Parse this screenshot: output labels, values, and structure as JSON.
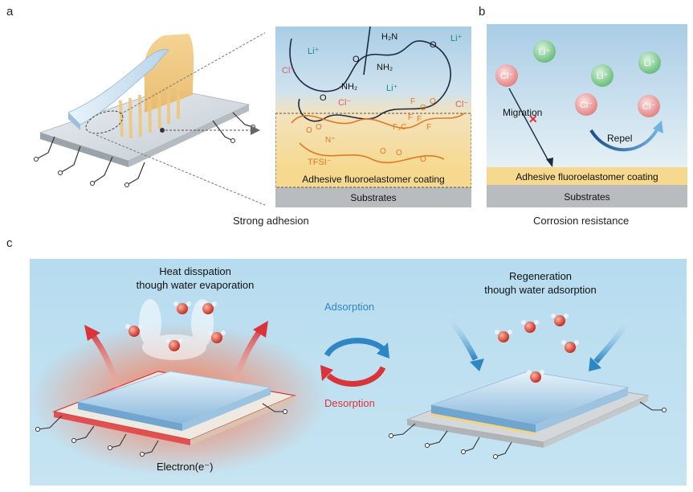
{
  "panels": {
    "a": {
      "letter": "a",
      "caption": "Strong adhesion",
      "coating_label": "Adhesive fluoroelastomer coating",
      "substrate_label": "Substrates",
      "ions": {
        "li1": "Li⁺",
        "li2": "Li⁺",
        "li3": "Li⁺",
        "cl1": "Cl⁻",
        "cl2": "Cl⁻",
        "cl3": "Cl⁻"
      },
      "chem": {
        "amide_top": "H₂N",
        "amide_mid": "NH₂",
        "amide_low": "NH₂",
        "o1": "O",
        "o2": "O",
        "o3": "O",
        "tfsi": "TFSI⁻",
        "n_plus": "N⁺",
        "f_labels": [
          "F",
          "F",
          "F",
          "F",
          "F₃C"
        ],
        "o_orange": [
          "O",
          "O",
          "O",
          "O",
          "O",
          "O",
          "O"
        ]
      }
    },
    "b": {
      "letter": "b",
      "caption": "Corrosion resistance",
      "coating_label": "Adhesive fluoroelastomer coating",
      "substrate_label": "Substrates",
      "migration_label": "Migration",
      "repel_label": "Repel",
      "ions": {
        "cl_left": "Cl⁻",
        "li_top": "Li⁺",
        "li_mid": "Li⁺",
        "li_right": "Li⁺",
        "cl_mid": "Cl⁻",
        "cl_right": "Cl⁻"
      }
    },
    "c": {
      "letter": "c",
      "left_title_1": "Heat disspation",
      "left_title_2": "though  water  evaporation",
      "right_title_1": "Regeneration",
      "right_title_2": "though water adsorption",
      "adsorption_label": "Adsorption",
      "desorption_label": "Desorption",
      "electron_label": "Electron(e⁻)"
    }
  },
  "colors": {
    "coating": "#f6d98e",
    "substrate": "#b9bcbf",
    "panel_bg_top": "#a9cde6",
    "blue_chain": "#1c2a44",
    "orange_chain": "#e07a22",
    "li_green": "#5fb874",
    "cl_red": "#e07b7b",
    "adsorption_blue": "#2f86c4",
    "desorption_red": "#d9343a",
    "panel_c_bg": "#b7dcef"
  }
}
